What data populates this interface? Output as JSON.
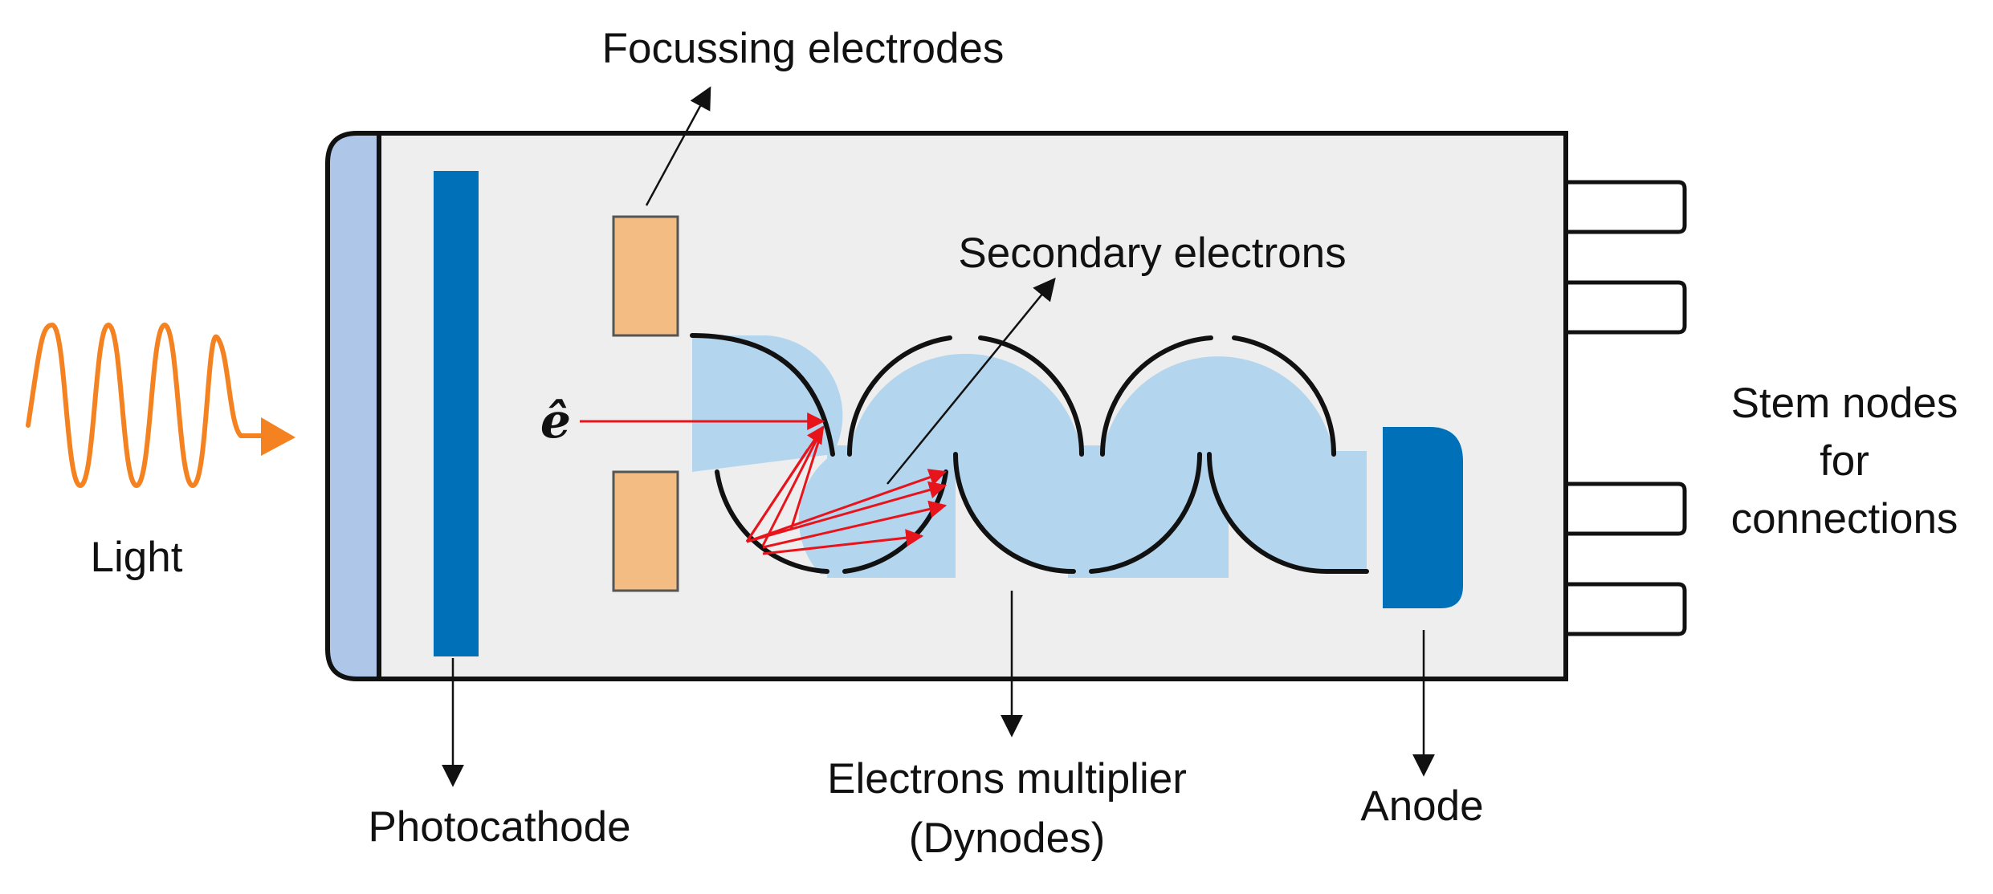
{
  "labels": {
    "focussing_electrodes": "Focussing electrodes",
    "secondary_electrons": "Secondary electrons",
    "light": "Light",
    "electron": "ê",
    "stem_nodes_line1": "Stem nodes",
    "stem_nodes_line2": "for",
    "stem_nodes_line3": "connections",
    "photocathode": "Photocathode",
    "multiplier_line1": "Electrons multiplier",
    "multiplier_line2": "(Dynodes)",
    "anode": "Anode"
  },
  "colors": {
    "tube_fill": "#eeeeee",
    "window": "#aec6e8",
    "photocathode": "#0070b8",
    "anode": "#0070b8",
    "focus_electrode": "#f2bc82",
    "dynode_fill": "#b3d5ee",
    "light_wave": "#f58220",
    "electron_path": "#e8141c",
    "outline": "#111111"
  }
}
